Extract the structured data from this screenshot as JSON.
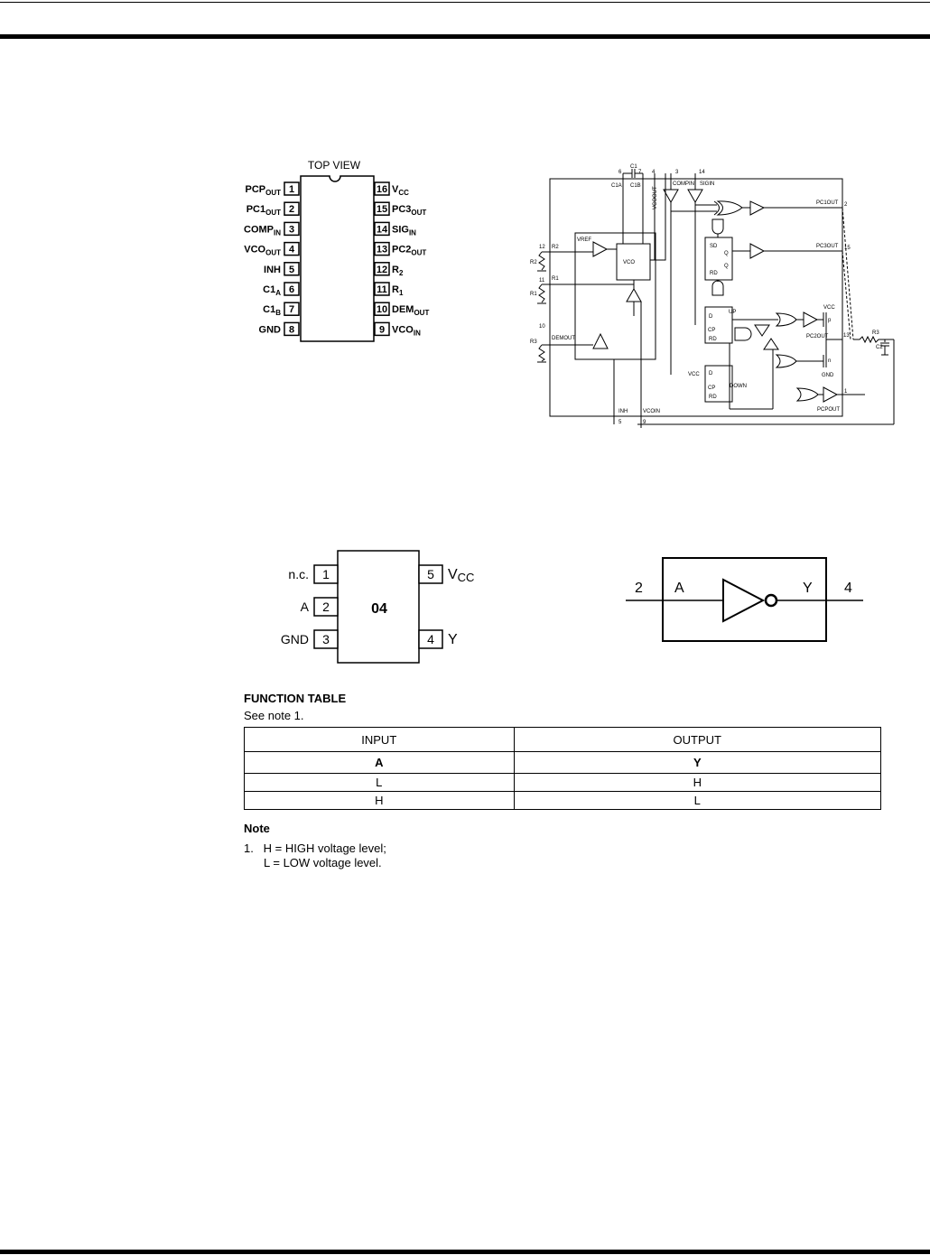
{
  "pinout16": {
    "title": "TOP VIEW",
    "left_pins": [
      {
        "num": "1",
        "name": "PCP",
        "sub": "OUT"
      },
      {
        "num": "2",
        "name": "PC1",
        "sub": "OUT"
      },
      {
        "num": "3",
        "name": "COMP",
        "sub": "IN"
      },
      {
        "num": "4",
        "name": "VCO",
        "sub": "OUT"
      },
      {
        "num": "5",
        "name": "INH",
        "sub": ""
      },
      {
        "num": "6",
        "name": "C1",
        "sub": "A"
      },
      {
        "num": "7",
        "name": "C1",
        "sub": "B"
      },
      {
        "num": "8",
        "name": "GND",
        "sub": ""
      }
    ],
    "right_pins": [
      {
        "num": "16",
        "name": "V",
        "sub": "CC"
      },
      {
        "num": "15",
        "name": "PC3",
        "sub": "OUT"
      },
      {
        "num": "14",
        "name": "SIG",
        "sub": "IN"
      },
      {
        "num": "13",
        "name": "PC2",
        "sub": "OUT"
      },
      {
        "num": "12",
        "name": "R",
        "sub": "2"
      },
      {
        "num": "11",
        "name": "R",
        "sub": "1"
      },
      {
        "num": "10",
        "name": "DEM",
        "sub": "OUT"
      },
      {
        "num": "9",
        "name": "VCO",
        "sub": "IN"
      }
    ]
  },
  "block_diagram": {
    "pin_numbers": {
      "p1": "1",
      "p2": "2",
      "p3": "3",
      "p4": "4",
      "p5": "5",
      "p6": "6",
      "p7": "7",
      "p9": "9",
      "p10": "10",
      "p11": "11",
      "p12": "12",
      "p13": "13",
      "p14": "14",
      "p15": "15"
    },
    "labels": {
      "c1": "C1",
      "c1a": "C1A",
      "c1b": "C1B",
      "vcoout": "VCOOUT",
      "compin": "COMPIN",
      "sigin": "SIGIN",
      "vco": "VCO",
      "vref": "VREF",
      "r1": "R1",
      "r2": "R2",
      "r3": "R3",
      "c2": "C2",
      "demout": "DEMOUT",
      "inh": "INH",
      "vcoin": "VCOIN",
      "pc1out": "PC1OUT",
      "pc2out": "PC2OUT",
      "pc3out": "PC3OUT",
      "pcpout": "PCPOUT",
      "sd": "SD",
      "rd": "RD",
      "q": "Q",
      "d": "D",
      "cp": "CP",
      "up": "UP",
      "down": "DOWN",
      "vcc": "VCC",
      "gnd": "GND",
      "p": "p",
      "n": "n"
    }
  },
  "pinout5": {
    "chip_label": "04",
    "left_pins": [
      {
        "num": "1",
        "name": "n.c."
      },
      {
        "num": "2",
        "name": "A"
      },
      {
        "num": "3",
        "name": "GND"
      }
    ],
    "right_pins": [
      {
        "num": "5",
        "name": "V",
        "sub": "CC"
      },
      {
        "num": "4",
        "name": "Y",
        "sub": ""
      }
    ]
  },
  "logic_symbol": {
    "in_num": "2",
    "in_name": "A",
    "out_name": "Y",
    "out_num": "4"
  },
  "function_table": {
    "title": "FUNCTION TABLE",
    "note_ref": "See note 1.",
    "headers": [
      "INPUT",
      "OUTPUT"
    ],
    "subheaders": [
      "A",
      "Y"
    ],
    "rows": [
      [
        "L",
        "H"
      ],
      [
        "H",
        "L"
      ]
    ]
  },
  "note": {
    "heading": "Note",
    "line1": "1.   H = HIGH voltage level;",
    "line2": "L = LOW voltage level."
  }
}
